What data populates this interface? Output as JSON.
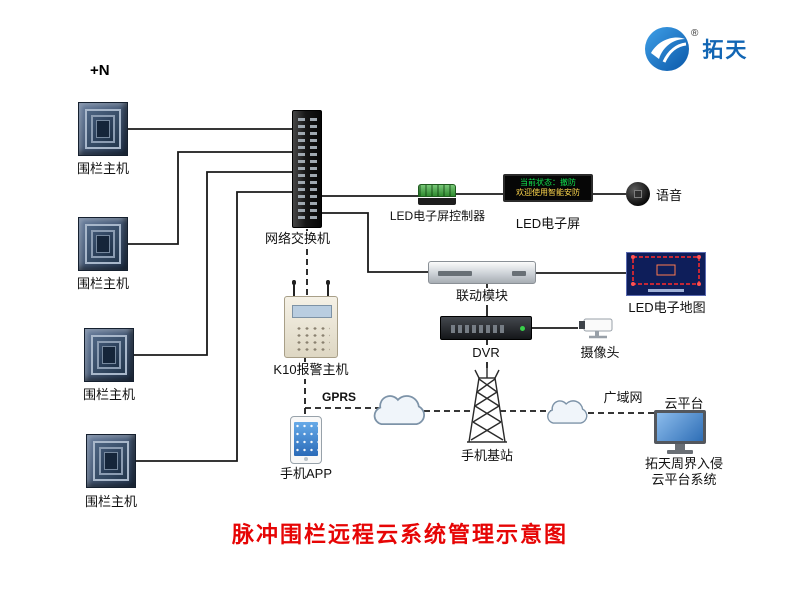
{
  "page": {
    "title": "脉冲围栏远程云系统管理示意图",
    "fence_count_annotation": "+N"
  },
  "logo": {
    "brand": "拓天",
    "registered_mark": "®"
  },
  "nodes": {
    "fence_hosts": [
      "围栏主机",
      "围栏主机",
      "围栏主机",
      "围栏主机"
    ],
    "network_switch": "网络交换机",
    "led_controller": "LED电子屏控制器",
    "led_screen": {
      "label": "LED电子屏",
      "display_line1": "当前状态：撤防",
      "display_line2": "欢迎使用智能安防"
    },
    "voice": "语音",
    "linkage_module": "联动模块",
    "led_map": "LED电子地图",
    "dvr": "DVR",
    "camera": "摄像头",
    "alarm_host": "K10报警主机",
    "gprs": "GPRS",
    "phone_app": "手机APP",
    "base_station": "手机基站",
    "wan": "广域网",
    "cloud_platform": {
      "label": "云平台",
      "caption_line1": "拓天周界入侵",
      "caption_line2": "云平台系统"
    }
  },
  "colors": {
    "title_red": "#e60505",
    "led_green": "#12e24e",
    "led_yellow": "#ffd84d",
    "brand_blue": "#1266b4"
  }
}
